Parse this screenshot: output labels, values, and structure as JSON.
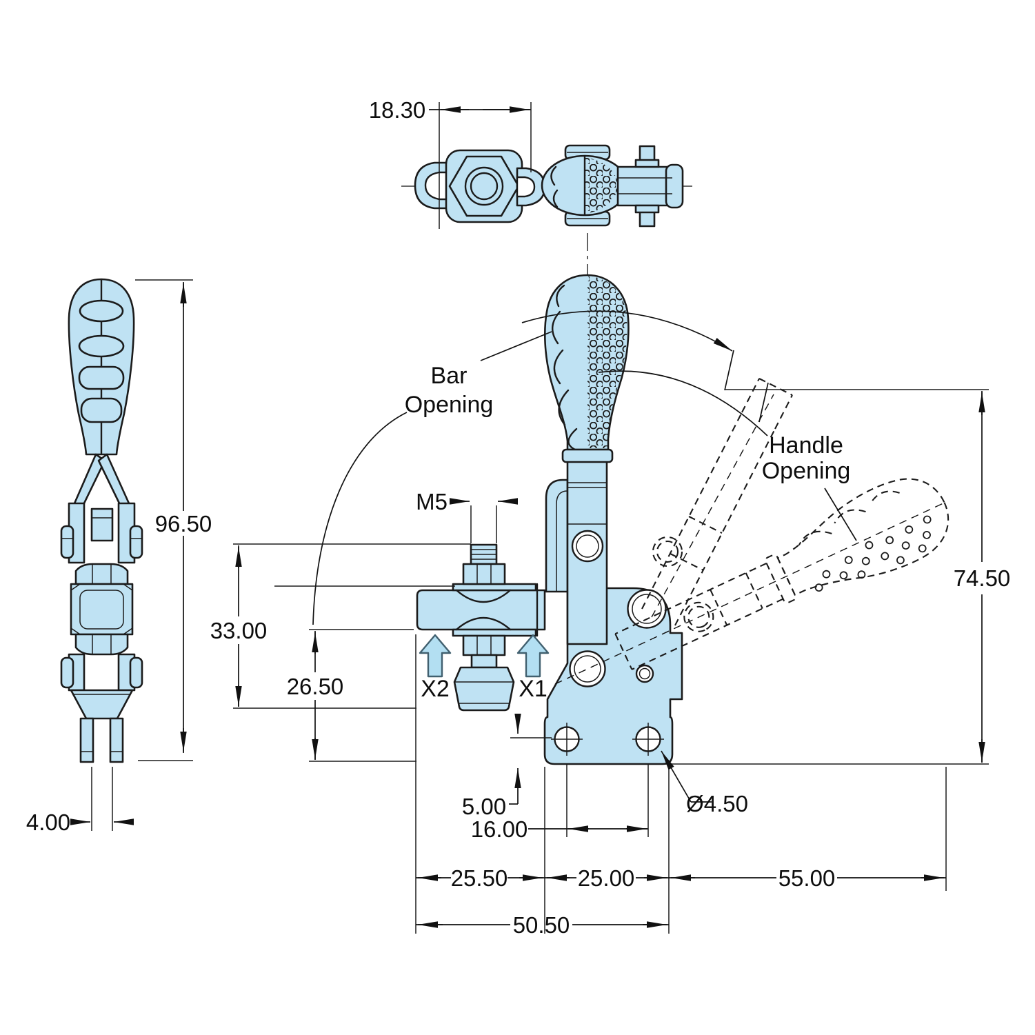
{
  "dims": {
    "top_width": "18.30",
    "overall_height": "96.50",
    "fork_width": "4.00",
    "thread": "M5",
    "spindle_height": "33.00",
    "bar_height": "26.50",
    "hole_offset": "5.00",
    "hole_spacing": "16.00",
    "hole_diameter": "Ø4.50",
    "left_overhang": "25.50",
    "base_width": "25.00",
    "handle_reach": "55.00",
    "base_overall": "50.50",
    "open_height": "74.50"
  },
  "labels": {
    "bar_line1": "Bar",
    "bar_line2": "Opening",
    "handle_line1": "Handle",
    "handle_line2": "Opening",
    "x1": "X1",
    "x2": "X2"
  },
  "colors": {
    "body_fill": "#bfe2f3",
    "arrow_fill": "#b3dff2",
    "outline": "#1b1b1b",
    "background": "#ffffff"
  }
}
